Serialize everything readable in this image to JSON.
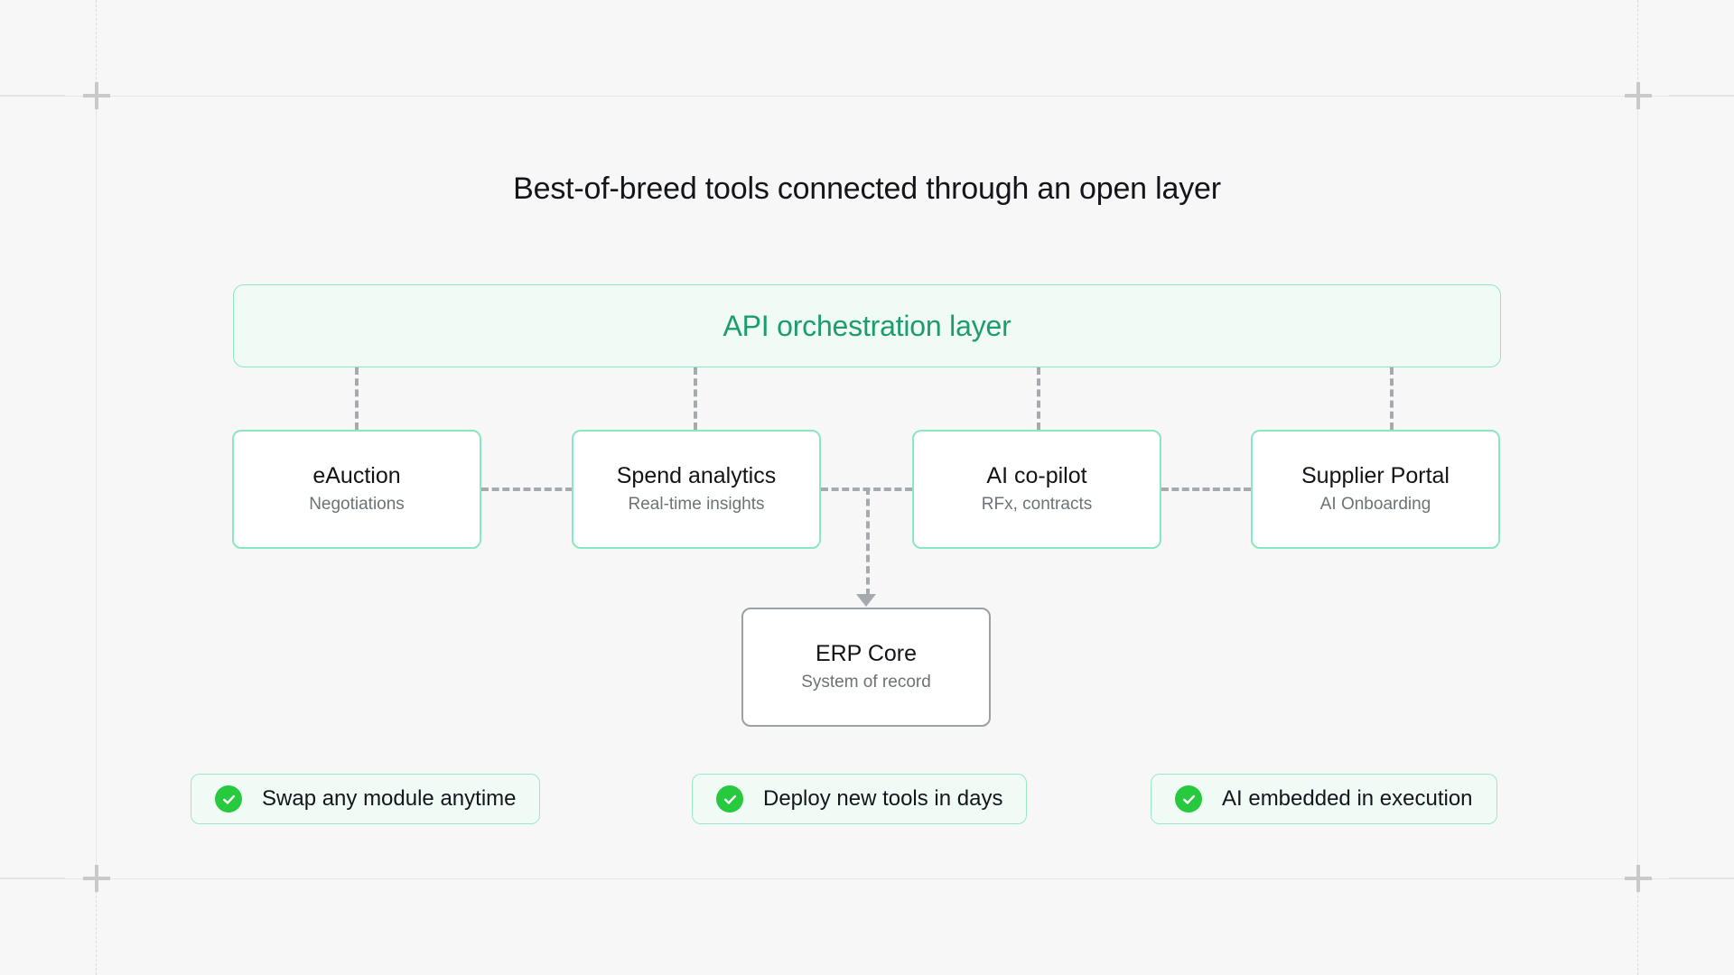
{
  "headline": "Best-of-breed tools connected through an open layer",
  "api_layer": {
    "label": "API orchestration layer",
    "accent_color": "#1f9c6e",
    "background": "#f0fbf6",
    "border_color": "#8fe6c2"
  },
  "modules": [
    {
      "title": "eAuction",
      "subtitle": "Negotiations",
      "border_color": "#8ae8c0"
    },
    {
      "title": "Spend analytics",
      "subtitle": "Real-time insights",
      "border_color": "#8ae8c0"
    },
    {
      "title": "AI co-pilot",
      "subtitle": "RFx, contracts",
      "border_color": "#8ae8c0"
    },
    {
      "title": "Supplier Portal",
      "subtitle": "AI Onboarding",
      "border_color": "#8ae8c0"
    }
  ],
  "core": {
    "title": "ERP Core",
    "subtitle": "System of record",
    "border_color": "#9aa0a6"
  },
  "benefits": [
    {
      "icon": "check-circle-icon",
      "label": "Swap any module anytime"
    },
    {
      "icon": "check-circle-icon",
      "label": "Deploy new tools in days"
    },
    {
      "icon": "check-circle-icon",
      "label": "AI embedded in execution"
    }
  ],
  "theme": {
    "page_background": "#f7f7f7",
    "connector_color": "#a6a9ad",
    "guide_color": "#e0e0e0",
    "check_green": "#27c93f",
    "title_color": "#13151a",
    "subtitle_color": "#6c7278"
  }
}
